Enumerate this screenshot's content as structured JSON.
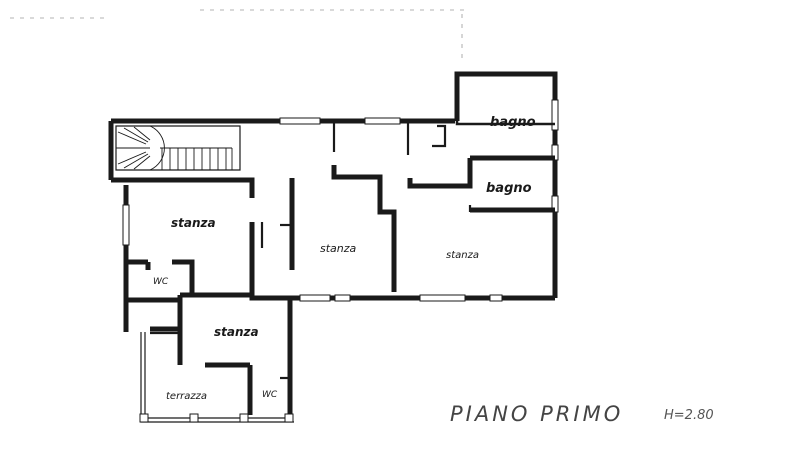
{
  "plan": {
    "title": "PIANO PRIMO",
    "height_note": "H=2.80",
    "rooms": {
      "bagno_top": "bagno",
      "bagno_mid": "bagno",
      "stanza_left": "stanza",
      "stanza_center": "stanza",
      "stanza_right": "stanza",
      "stanza_lower": "stanza",
      "wc_left": "WC",
      "wc_lower": "WC",
      "terrazza": "terrazza"
    }
  }
}
